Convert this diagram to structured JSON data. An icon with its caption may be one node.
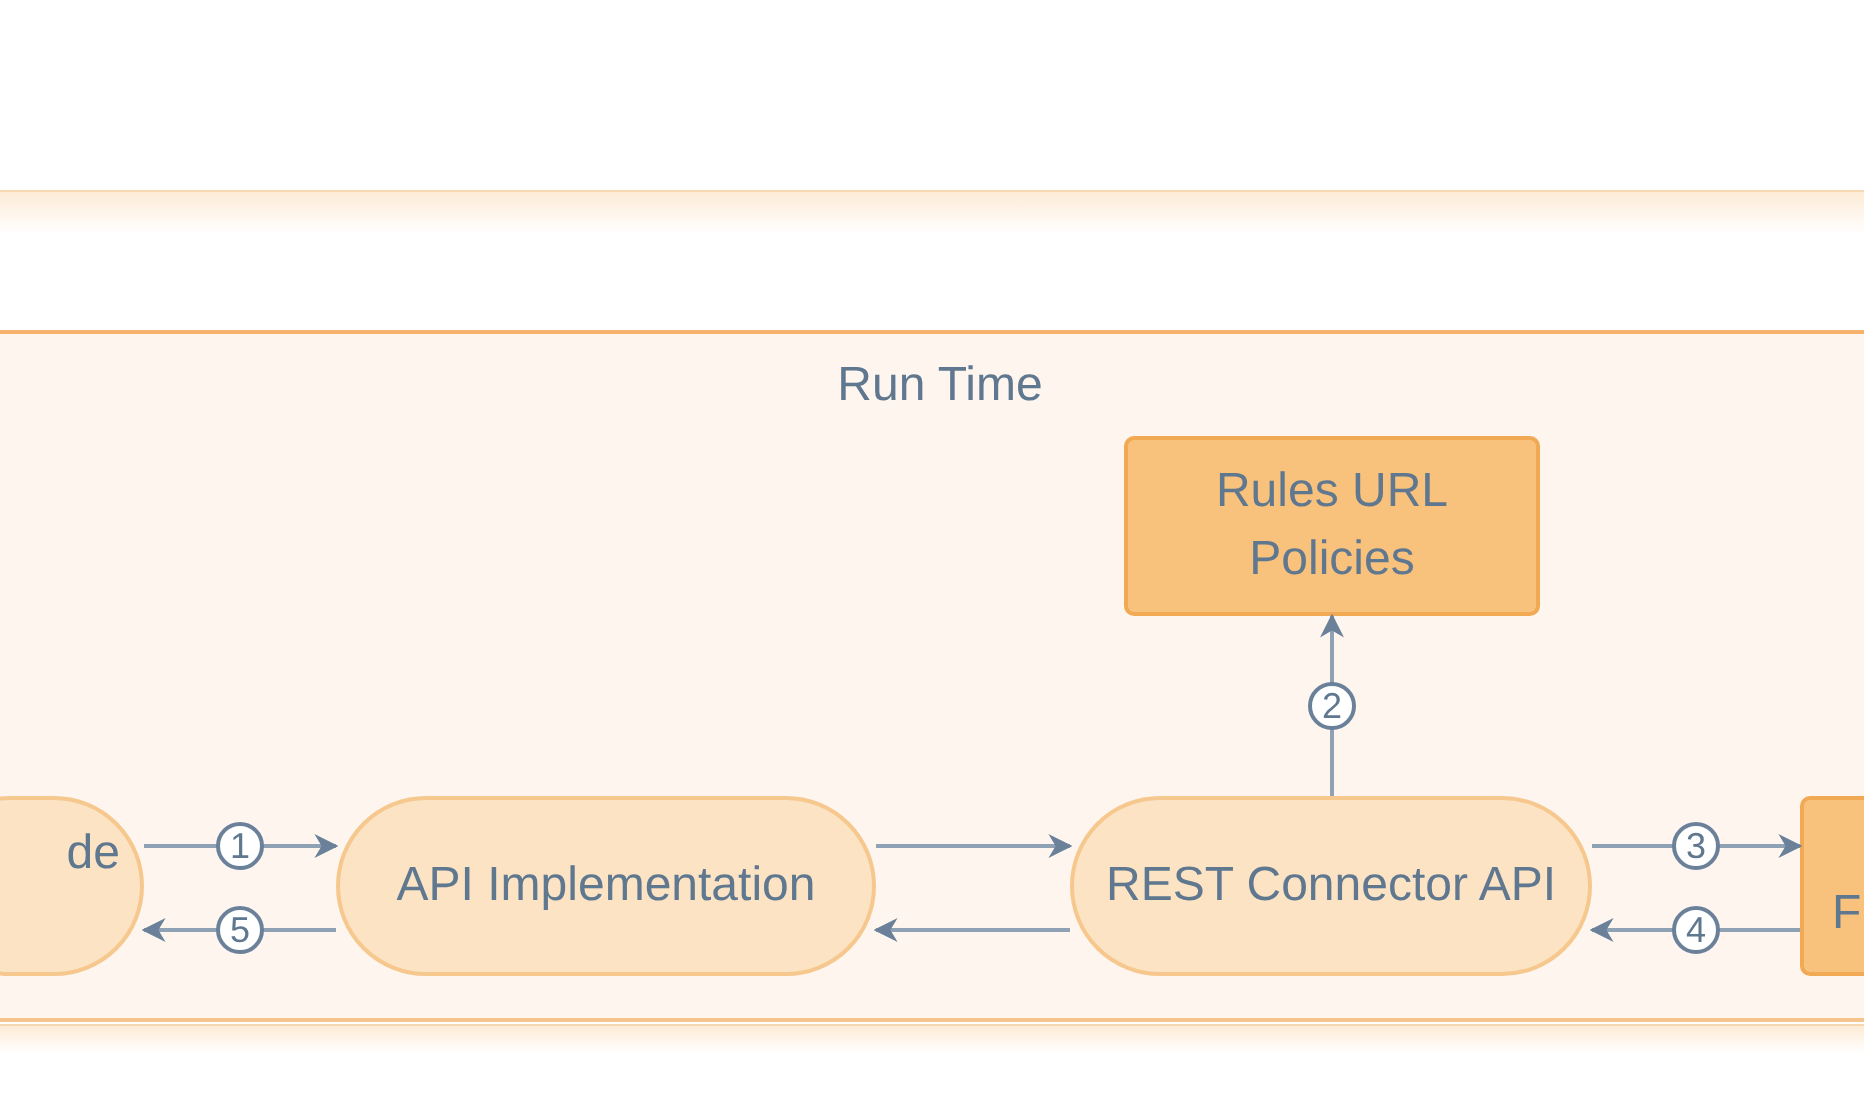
{
  "diagram": {
    "nodes": [
      {
        "text": [
          "Run Time"
        ]
      },
      {
        "text": [
          "Rules URL Policies"
        ],
        "in": 0
      },
      {
        "text": [
          "de"
        ],
        "in": 0
      },
      {
        "text": [
          "API Implementation"
        ],
        "in": 0
      },
      {
        "text": [
          "REST Connector API"
        ],
        "in": 0
      },
      {
        "text": [
          "F"
        ],
        "in": 0
      }
    ],
    "edges": [
      {
        "from": 2,
        "to": 3,
        "arrow": "to",
        "label": "1"
      },
      {
        "from": 3,
        "to": 2,
        "arrow": "to",
        "label": "5"
      },
      {
        "from": 3,
        "to": 4,
        "arrow": "to"
      },
      {
        "from": 4,
        "to": 3,
        "arrow": "to"
      },
      {
        "from": 4,
        "to": 1,
        "arrow": "to",
        "label": "2"
      },
      {
        "from": 4,
        "to": 5,
        "arrow": "to",
        "label": "3"
      },
      {
        "from": 5,
        "to": 4,
        "arrow": "to",
        "label": "4"
      }
    ]
  }
}
